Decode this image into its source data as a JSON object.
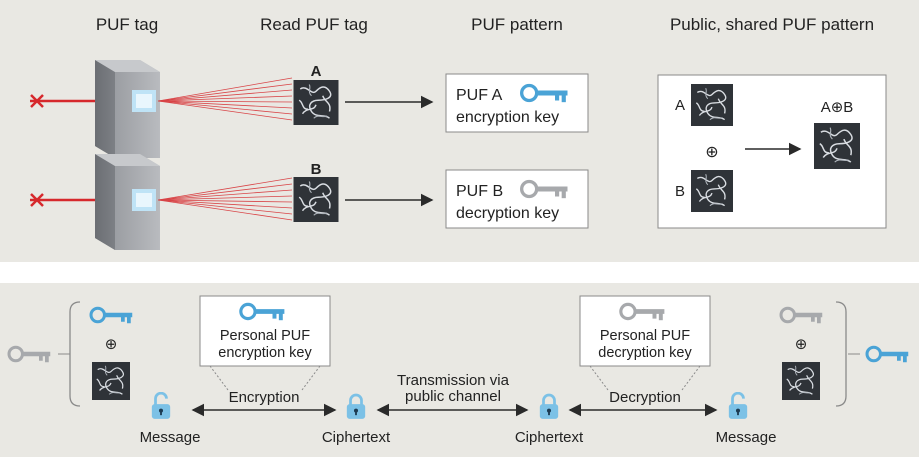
{
  "top": {
    "headers": {
      "puf_tag": "PUF tag",
      "read_puf_tag": "Read PUF tag",
      "puf_pattern": "PUF pattern",
      "public_shared": "Public, shared PUF pattern"
    },
    "tag_a_letter": "A",
    "tag_b_letter": "B",
    "key_a": {
      "line1": "PUF A",
      "line2": "encryption key"
    },
    "key_b": {
      "line1": "PUF B",
      "line2": "decryption key"
    },
    "shared": {
      "a_label": "A",
      "b_label": "B",
      "xor_symbol": "⊕",
      "result_label": "A⊕B"
    }
  },
  "bottom": {
    "left_xor": "⊕",
    "right_xor": "⊕",
    "enc_box": {
      "line1": "Personal PUF",
      "line2": "encryption key"
    },
    "dec_box": {
      "line1": "Personal PUF",
      "line2": "decryption key"
    },
    "encryption": "Encryption",
    "decryption": "Decryption",
    "transmission": {
      "line1": "Transmission via",
      "line2": "public channel"
    },
    "message_left": "Message",
    "ciphertext_left": "Ciphertext",
    "ciphertext_right": "Ciphertext",
    "message_right": "Message"
  },
  "colors": {
    "panel_bg": "#e9e8e3",
    "laser_red": "#d6282c",
    "key_blue": "#4aa3d6",
    "key_gray": "#a7a9ac",
    "lock_blue": "#7cc1e6",
    "pattern_dark": "#2f3338"
  },
  "icons": [
    "x-mark-icon",
    "key-icon",
    "lock-icon",
    "unlock-icon",
    "puf-pattern-icon"
  ]
}
